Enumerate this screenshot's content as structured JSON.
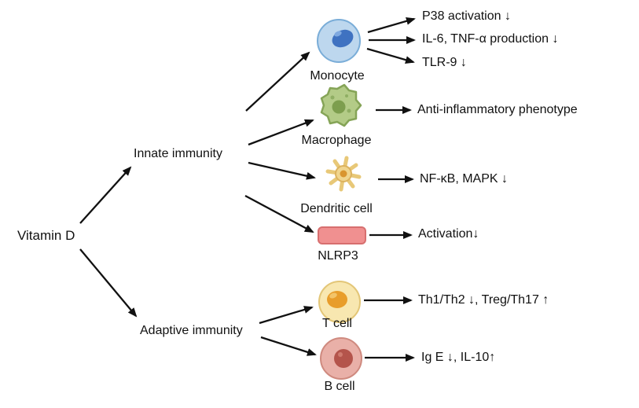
{
  "diagram": {
    "root_label": "Vitamin D",
    "innate": {
      "label": "Innate immunity",
      "cells": [
        {
          "name": "Monocyte",
          "outcomes": [
            "P38 activation ↓",
            "IL-6, TNF-α production ↓",
            "TLR-9 ↓"
          ]
        },
        {
          "name": "Macrophage",
          "outcomes": [
            "Anti-inflammatory phenotype"
          ]
        },
        {
          "name": "Dendritic cell",
          "outcomes": [
            "NF-κB, MAPK ↓"
          ]
        },
        {
          "name": "NLRP3",
          "outcomes": [
            "Activation↓"
          ]
        }
      ]
    },
    "adaptive": {
      "label": "Adaptive immunity",
      "cells": [
        {
          "name": "T cell",
          "outcomes": [
            "Th1/Th2 ↓, Treg/Th17 ↑"
          ]
        },
        {
          "name": "B cell",
          "outcomes": [
            "Ig E ↓, IL-10↑"
          ]
        }
      ]
    },
    "colors": {
      "arrow": "#111111",
      "monocyte_body": "#bdd7ee",
      "monocyte_nucleus": "#3f72c1",
      "macrophage_body": "#b3cb87",
      "macrophage_nucleus": "#7d9e4e",
      "dendritic_body": "#f0d58e",
      "dendritic_center": "#d9952f",
      "nlrp3_fill": "#f09090",
      "tcell_body": "#f8e7b0",
      "tcell_nucleus": "#e89d2b",
      "bcell_body": "#e9b0a8",
      "bcell_nucleus": "#b4544b"
    }
  }
}
